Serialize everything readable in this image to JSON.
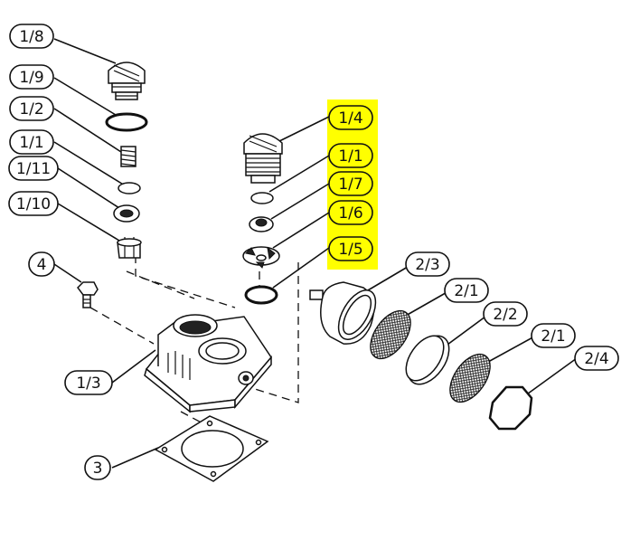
{
  "diagram": {
    "highlight_color": "#ffff00",
    "callouts": [
      {
        "id": "c18",
        "text": "1/8",
        "highlighted": false
      },
      {
        "id": "c19",
        "text": "1/9",
        "highlighted": false
      },
      {
        "id": "c12",
        "text": "1/2",
        "highlighted": false
      },
      {
        "id": "c11",
        "text": "1/1",
        "highlighted": false
      },
      {
        "id": "c111",
        "text": "1/11",
        "highlighted": false
      },
      {
        "id": "c110",
        "text": "1/10",
        "highlighted": false
      },
      {
        "id": "c4",
        "text": "4",
        "highlighted": false
      },
      {
        "id": "c13",
        "text": "1/3",
        "highlighted": false
      },
      {
        "id": "c3",
        "text": "3",
        "highlighted": false
      },
      {
        "id": "c14",
        "text": "1/4",
        "highlighted": true
      },
      {
        "id": "c11b",
        "text": "1/1",
        "highlighted": true
      },
      {
        "id": "c17",
        "text": "1/7",
        "highlighted": true
      },
      {
        "id": "c16",
        "text": "1/6",
        "highlighted": true
      },
      {
        "id": "c15",
        "text": "1/5",
        "highlighted": true
      },
      {
        "id": "c23",
        "text": "2/3",
        "highlighted": false
      },
      {
        "id": "c21",
        "text": "2/1",
        "highlighted": false
      },
      {
        "id": "c22",
        "text": "2/2",
        "highlighted": false
      },
      {
        "id": "c21b",
        "text": "2/1",
        "highlighted": false
      },
      {
        "id": "c24",
        "text": "2/4",
        "highlighted": false
      }
    ]
  }
}
